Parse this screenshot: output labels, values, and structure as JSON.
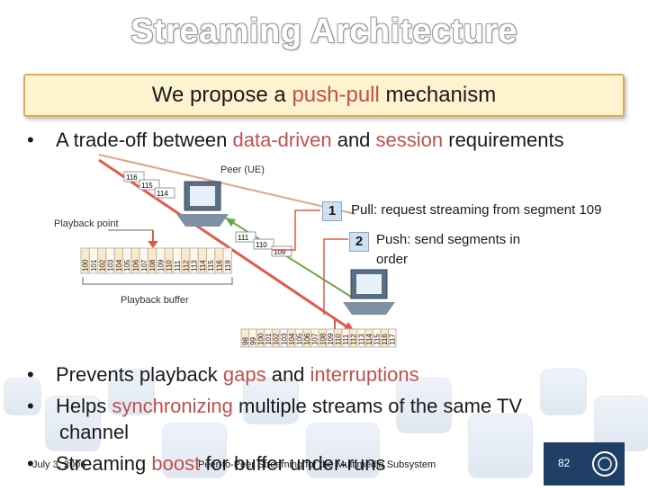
{
  "slide": {
    "title": "Streaming Architecture",
    "propose": {
      "pre": "We propose a ",
      "highlight": "push-pull",
      "post": " mechanism"
    },
    "bullet1": {
      "pre": "A trade-off between ",
      "h1": "data-driven",
      "mid": " and ",
      "h2": "session",
      "post": " requirements"
    },
    "diagram": {
      "peer_label": "Peer (UE)",
      "playback_point": "Playback point",
      "playback_buffer": "Playback buffer",
      "top_pkts": [
        "116",
        "115",
        "114"
      ],
      "mid_pkts": [
        "111",
        "110",
        "109"
      ],
      "buffer1": [
        "100",
        "101",
        "102",
        "103",
        "104",
        "105",
        "106",
        "107",
        "108",
        "109",
        "110",
        "111",
        "112",
        "113",
        "114",
        "115",
        "116",
        "119"
      ],
      "buffer2": [
        "98",
        "99",
        "100",
        "101",
        "102",
        "103",
        "104",
        "105",
        "106",
        "107",
        "108",
        "109",
        "110",
        "111",
        "112",
        "113",
        "114",
        "115",
        "116",
        "117"
      ],
      "callout1_num": "1",
      "callout1_text": "Pull: request streaming from segment 109",
      "callout2_num": "2",
      "callout2_text_line1": "Push: send segments in",
      "callout2_text_line2": "order"
    },
    "bullet2": {
      "pre": "Prevents playback ",
      "h1": "gaps",
      "mid": " and ",
      "h2": "interruptions"
    },
    "bullet3": {
      "pre": "Helps ",
      "h1": "synchronizing",
      "post": " multiple streams of the same TV",
      "cont": "channel"
    },
    "bullet4": {
      "pre": "Streaming ",
      "h1": "boost",
      "post": " for buffer under-runs"
    },
    "bullet_symbol": "•",
    "footer_date": "July 3, 2006",
    "footer_center": "Peer-to-Peer Streaming for the Multimedia Subsystem",
    "page_number": "82"
  },
  "colors": {
    "highlight": "#c0504d",
    "accent_blue": "#1f3f66",
    "red_arrow": "#e05a4a",
    "green_arrow": "#6aa84f"
  }
}
